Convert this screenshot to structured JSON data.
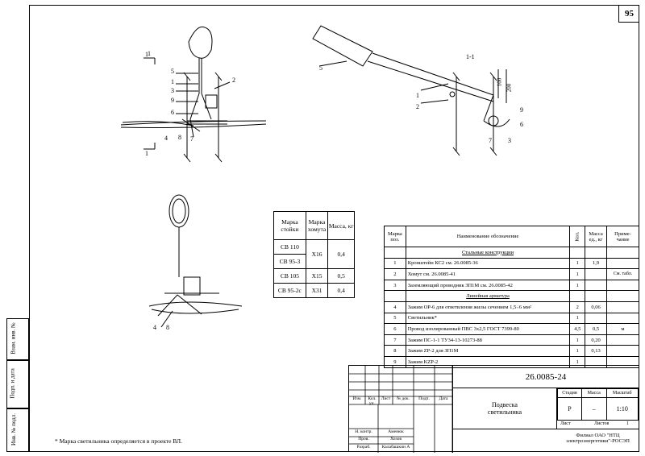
{
  "sheet": {
    "page_number": "95",
    "section_label": "1-1",
    "footnote": "* Марка светильника определяется в проекте ВЛ."
  },
  "drawing_labels": {
    "cut": "1",
    "callouts": [
      "1",
      "2",
      "3",
      "4",
      "5",
      "6",
      "7",
      "8",
      "9"
    ],
    "dim_100": "100",
    "dim_200": "200"
  },
  "side_stamp": {
    "cells": [
      "Взам. инв. №",
      "Подп. и дата",
      "Инв. № подл."
    ]
  },
  "marks_table": {
    "headers": [
      "Марка стойки",
      "Марка хомута",
      "Масса, кг"
    ],
    "rows": [
      {
        "stand": "СВ 110",
        "clamp": "Х16",
        "mass": "0,4"
      },
      {
        "stand": "СВ 95-3",
        "clamp": "",
        "mass": ""
      },
      {
        "stand": "СВ 105",
        "clamp": "Х15",
        "mass": "0,5"
      },
      {
        "stand": "СВ 95-2с",
        "clamp": "Х31",
        "mass": "0,4"
      }
    ]
  },
  "spec_table": {
    "headers": [
      "Марка поз.",
      "Наименование обозначение",
      "Кол.",
      "Масса ед., кг",
      "Приме- чание"
    ],
    "rows": [
      {
        "type": "section",
        "name": "Стальные конструкции"
      },
      {
        "pos": "1",
        "name": "Кронштейн КС2 см. 26.0085-36",
        "qty": "1",
        "mass": "1,9",
        "note": ""
      },
      {
        "pos": "2",
        "name": "Хомут см. 26.0085-41",
        "qty": "1",
        "mass": "",
        "note": "См. табл."
      },
      {
        "pos": "3",
        "name": "Заземляющий проводник ЗП1М см. 26.0085-42",
        "qty": "1",
        "mass": "",
        "note": ""
      },
      {
        "type": "section",
        "name": "Линейная арматура"
      },
      {
        "pos": "4",
        "name": "Зажим ОР-6 для ответвления жилы сечением 1,5÷6 мм²",
        "qty": "2",
        "mass": "0,06",
        "note": ""
      },
      {
        "pos": "5",
        "name": "Светильник*",
        "qty": "1",
        "mass": "",
        "note": ""
      },
      {
        "pos": "6",
        "name": "Провод изолированный ПВС 3х2,5 ГОСТ 7399-80",
        "qty": "4,5",
        "mass": "0,5",
        "note": "м"
      },
      {
        "pos": "7",
        "name": "Зажим ПС-1-1 ТУ34-13-10273-88",
        "qty": "1",
        "mass": "0,20",
        "note": ""
      },
      {
        "pos": "8",
        "name": "Зажим ZP-2 для ЗП1М",
        "qty": "1",
        "mass": "0,13",
        "note": ""
      },
      {
        "pos": "9",
        "name": "Зажим KZP-2",
        "qty": "1",
        "mass": "",
        "note": ""
      }
    ]
  },
  "title_block": {
    "doc_number": "26.0085-24",
    "title": "Подвеска светильника",
    "col_headers": [
      "Изм.",
      "Кол. уч.",
      "Лист",
      "№ док.",
      "Подп.",
      "Дата"
    ],
    "signers": [
      {
        "role": "Н. контр.",
        "name": "Аменюк"
      },
      {
        "role": "Пров.",
        "name": "Хозов"
      },
      {
        "role": "Разраб.",
        "name": "Калабашкин А"
      }
    ],
    "stage_label": "Стадия",
    "stage_value": "Р",
    "mass_label": "Масса",
    "mass_value": "–",
    "scale_label": "Масштаб",
    "scale_value": "1:10",
    "sheet_label": "Лист",
    "sheets_label": "Листов",
    "sheets_value": "1",
    "org": "Филиал ОАО \"НТЦ электроэнергетики\"-РОСЭП"
  }
}
